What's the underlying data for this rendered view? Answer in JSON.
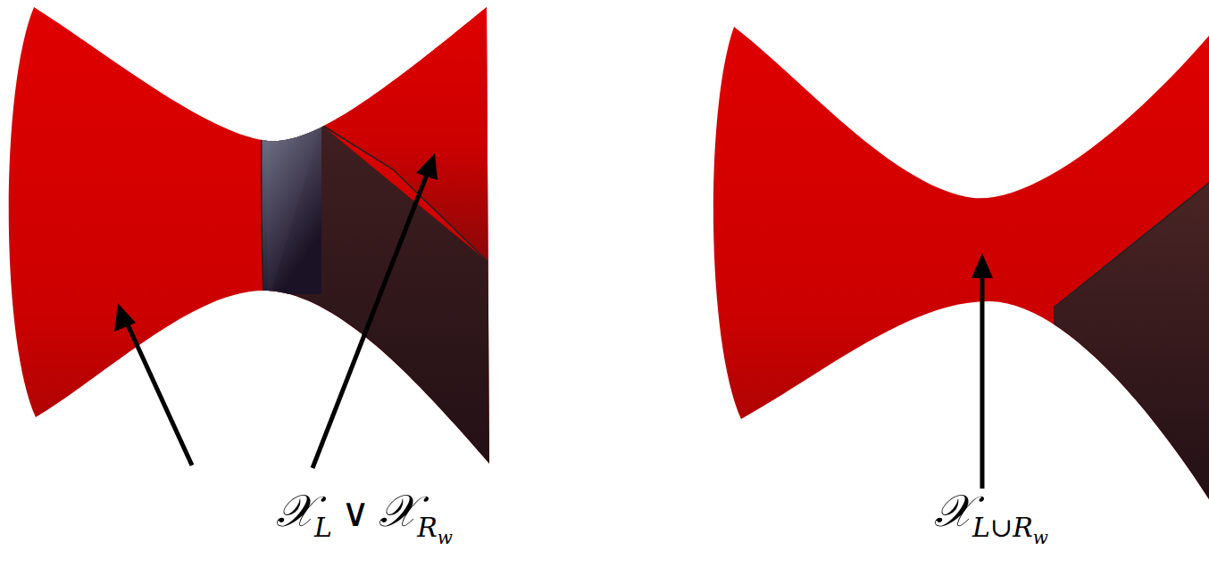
{
  "diagram": {
    "labels": [
      "𝒳",
      "L",
      "∨",
      "𝒳",
      "R",
      "w",
      "𝒳",
      "L∪R",
      "w"
    ]
  }
}
